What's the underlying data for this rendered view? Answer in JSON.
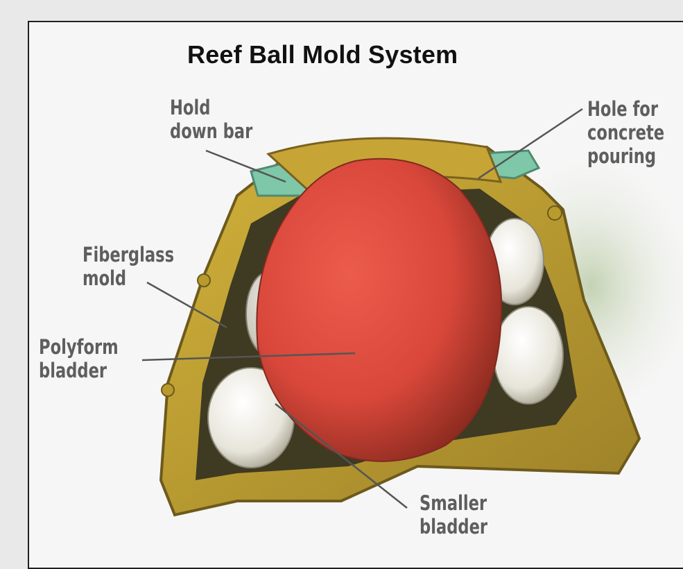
{
  "title": "Reef Ball Mold System",
  "labels": {
    "hold_down_bar": [
      "Hold",
      "down bar"
    ],
    "hole_for_concrete": [
      "Hole for",
      "concrete",
      "pouring"
    ],
    "fiberglass_mold": [
      "Fiberglass",
      "mold"
    ],
    "polyform_bladder": [
      "Polyform",
      "bladder"
    ],
    "smaller_bladder": [
      "Smaller",
      "bladder"
    ]
  },
  "colors": {
    "mold_yellow": "#c9a82a",
    "mold_dark": "#6d5a1c",
    "bladder_red": "#d9473a",
    "small_bladder_white": "#ecebe3",
    "hold_down_bar_green": "#7fc7a9",
    "leader_line": "#555555",
    "label_text": "#5e5e5e"
  }
}
